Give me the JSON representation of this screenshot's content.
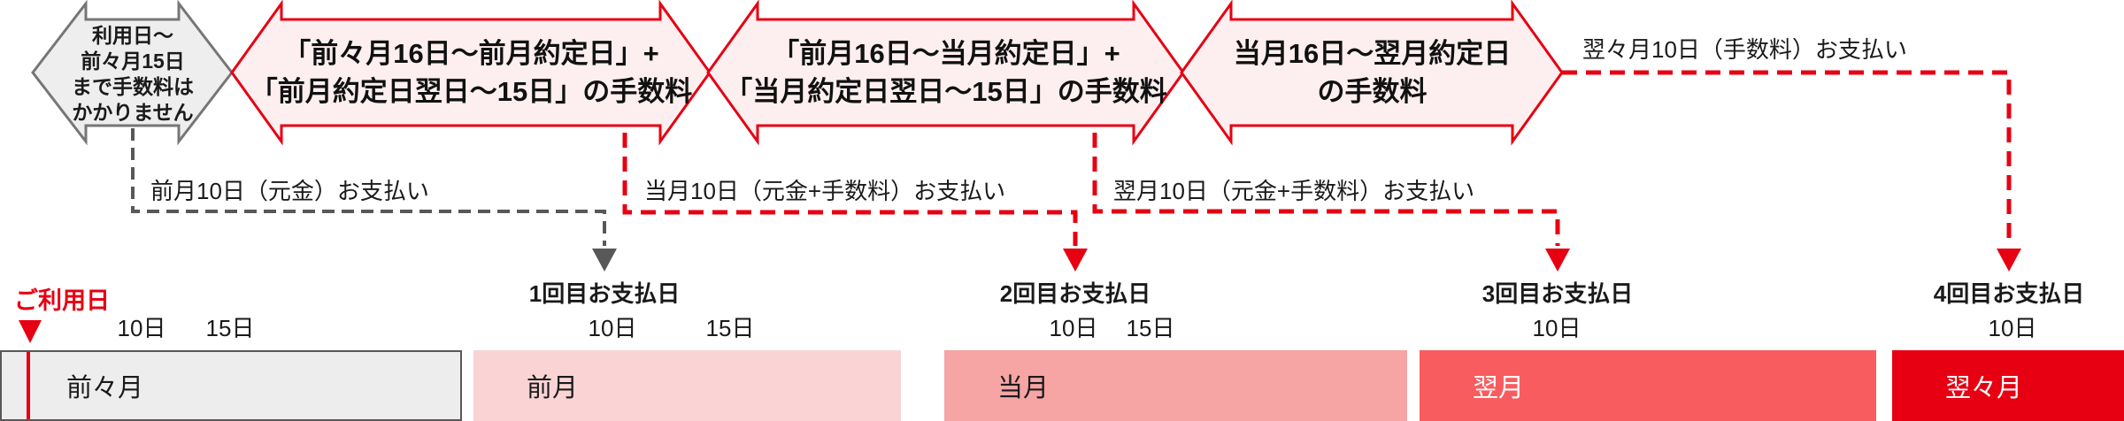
{
  "colors": {
    "accent_red": "#e60012",
    "dark_gray": "#595757",
    "fee_arrow_fill": "#fdeff0",
    "note_arrow_fill": "#eeeeee",
    "month_bar_colors": [
      "#ededed",
      "#fad4d5",
      "#f6a4a4",
      "#f85c5e",
      "#e60012"
    ]
  },
  "no_fee_note": {
    "line1": "利用日〜",
    "line2": "前々月15日",
    "line3": "まで手数料は",
    "line4": "かかりません"
  },
  "fee_periods": [
    {
      "line1": "「前々月16日〜前月約定日」+",
      "line2": "「前月約定日翌日〜15日」の手数料"
    },
    {
      "line1": "「前月16日〜当月約定日」+",
      "line2": "「当月約定日翌日〜15日」の手数料"
    },
    {
      "line1": "当月16日〜翌月約定日",
      "line2": "の手数料"
    }
  ],
  "payments": [
    {
      "label": "前月10日（元金）お支払い"
    },
    {
      "label": "当月10日（元金+手数料）お支払い"
    },
    {
      "label": "翌月10日（元金+手数料）お支払い"
    },
    {
      "label": "翌々月10日（手数料）お支払い"
    }
  ],
  "timeline": {
    "usage_date_label": "ご利用日",
    "tick_day10": "10日",
    "tick_day15": "15日",
    "payment_dates": [
      {
        "label": "1回目お支払日"
      },
      {
        "label": "2回目お支払日"
      },
      {
        "label": "3回目お支払日"
      },
      {
        "label": "4回目お支払日"
      }
    ],
    "months": [
      {
        "label": "前々月"
      },
      {
        "label": "前月"
      },
      {
        "label": "当月"
      },
      {
        "label": "翌月"
      },
      {
        "label": "翌々月"
      }
    ]
  }
}
